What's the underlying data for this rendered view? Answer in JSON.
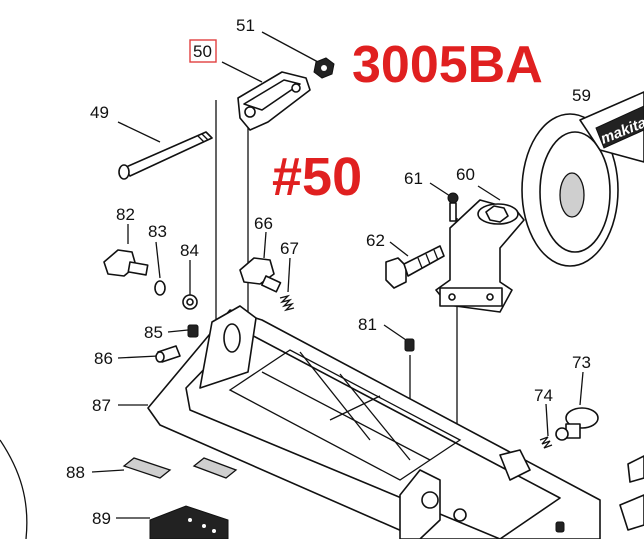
{
  "model": "3005BA",
  "part_highlight": "#50",
  "callouts": [
    {
      "id": "51",
      "label": "51"
    },
    {
      "id": "50",
      "label": "50"
    },
    {
      "id": "59",
      "label": "59"
    },
    {
      "id": "49",
      "label": "49"
    },
    {
      "id": "61",
      "label": "61"
    },
    {
      "id": "60",
      "label": "60"
    },
    {
      "id": "82",
      "label": "82"
    },
    {
      "id": "83",
      "label": "83"
    },
    {
      "id": "66",
      "label": "66"
    },
    {
      "id": "84",
      "label": "84"
    },
    {
      "id": "67",
      "label": "67"
    },
    {
      "id": "62",
      "label": "62"
    },
    {
      "id": "85",
      "label": "85"
    },
    {
      "id": "81",
      "label": "81"
    },
    {
      "id": "86",
      "label": "86"
    },
    {
      "id": "73",
      "label": "73"
    },
    {
      "id": "87",
      "label": "87"
    },
    {
      "id": "74",
      "label": "74"
    },
    {
      "id": "88",
      "label": "88"
    },
    {
      "id": "89",
      "label": "89"
    }
  ],
  "logo_text": "makita"
}
